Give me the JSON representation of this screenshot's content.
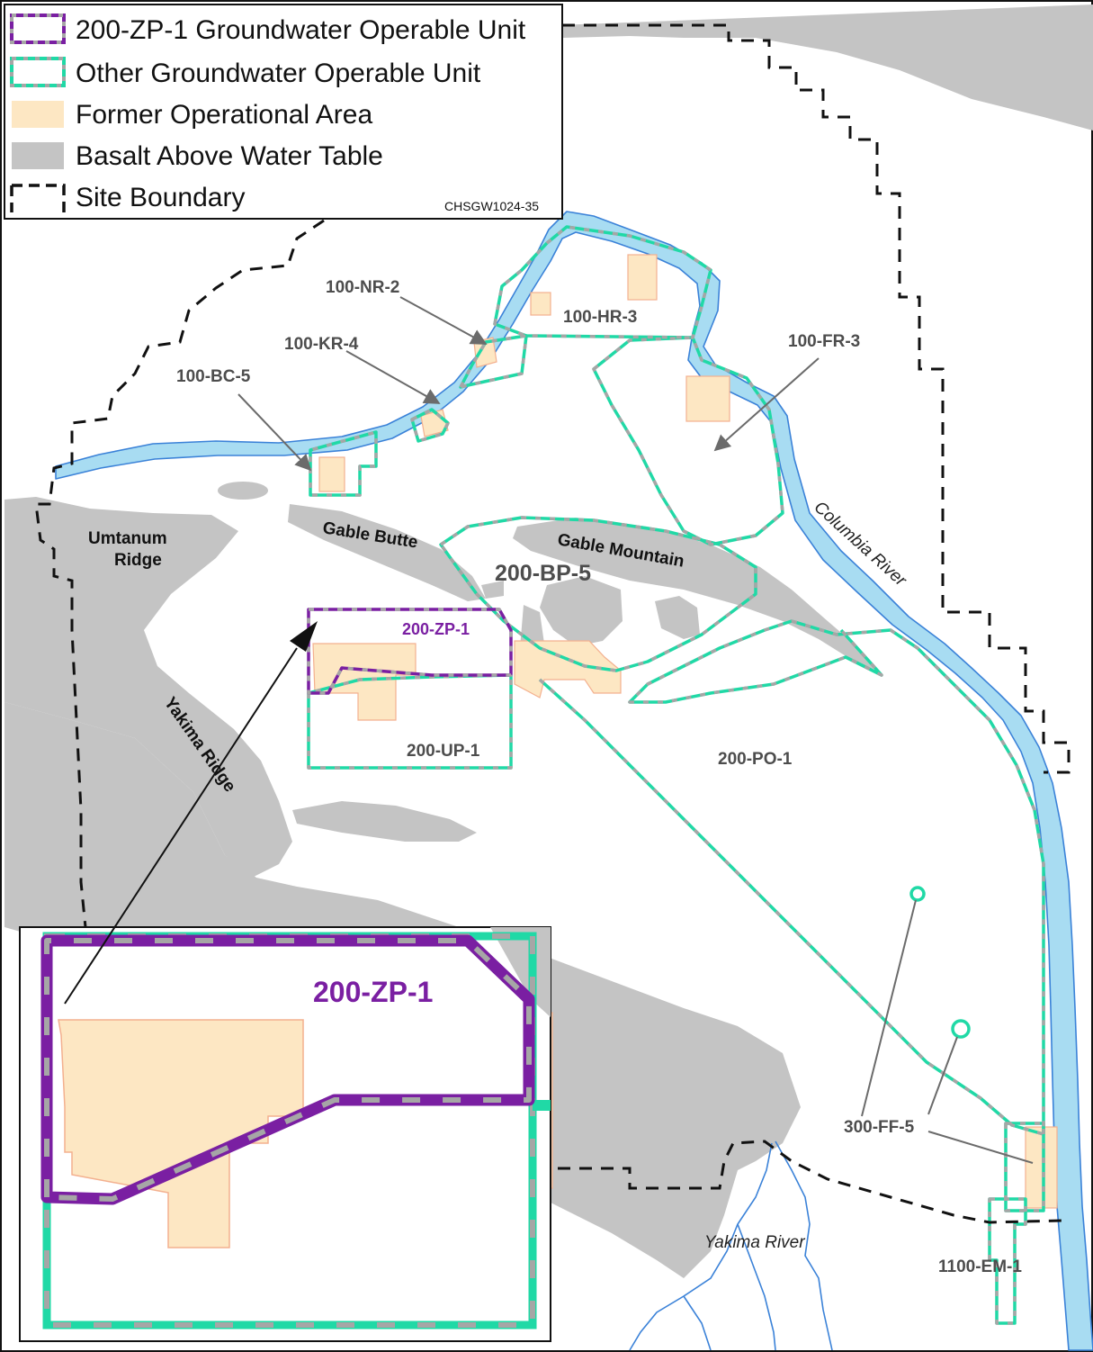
{
  "colors": {
    "basalt": "#c4c4c4",
    "river": "#a8dcf2",
    "river_edge": "#3b82d8",
    "operational_area": "#fde7c3",
    "operational_edge": "#f3b08f",
    "ou_other": "#20d9a6",
    "ou_zp1": "#7a1fa2",
    "dash_gray": "#a6a6a6",
    "site_boundary": "#111111"
  },
  "legend": {
    "items": [
      {
        "label": "200-ZP-1 Groundwater Operable Unit",
        "symbol": "zp1-outline"
      },
      {
        "label": "Other Groundwater Operable Unit",
        "symbol": "ou-outline"
      },
      {
        "label": "Former Operational Area",
        "symbol": "tan-fill"
      },
      {
        "label": "Basalt Above Water Table",
        "symbol": "gray-fill"
      },
      {
        "label": "Site Boundary",
        "symbol": "black-dashed"
      }
    ],
    "code": "CHSGW1024-35"
  },
  "operable_units": {
    "bc5": "100-BC-5",
    "kr4": "100-KR-4",
    "nr2": "100-NR-2",
    "hr3": "100-HR-3",
    "fr3": "100-FR-3",
    "bp5": "200-BP-5",
    "zp1": "200-ZP-1",
    "up1": "200-UP-1",
    "po1": "200-PO-1",
    "ff5": "300-FF-5",
    "em1": "1100-EM-1"
  },
  "features": {
    "umtanum_line1": "Umtanum",
    "umtanum_line2": "Ridge",
    "gable_butte": "Gable Butte",
    "gable_mountain": "Gable Mountain",
    "yakima_ridge": "Yakima Ridge",
    "columbia_river": "Columbia River",
    "yakima_river": "Yakima River"
  },
  "inset": {
    "title": "200-ZP-1"
  }
}
